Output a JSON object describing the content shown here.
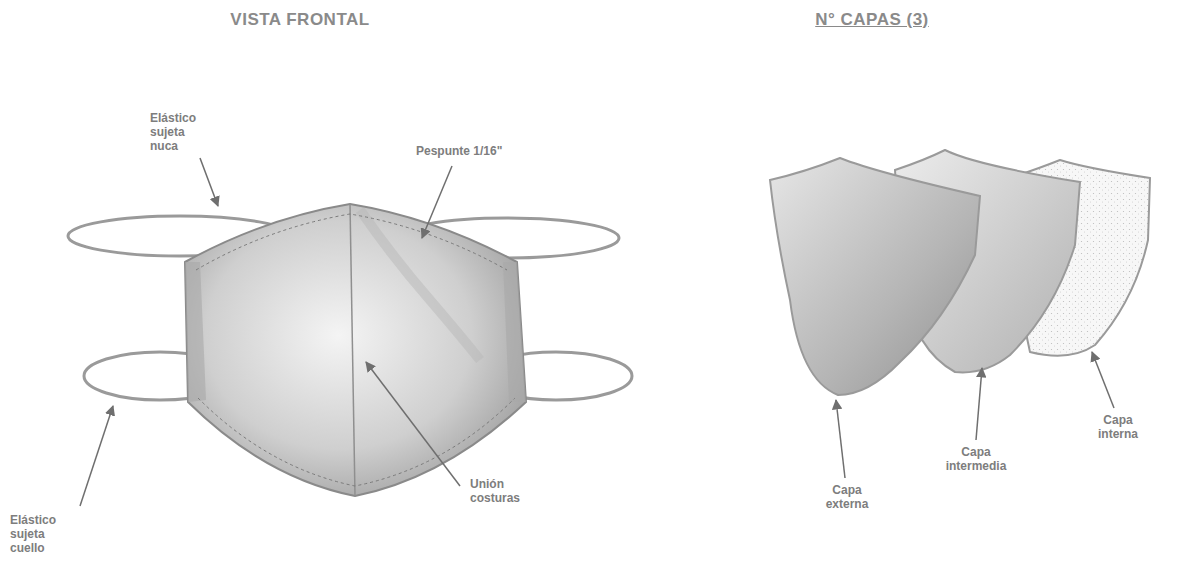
{
  "diagram": {
    "labels": [
      "VISTA FRONTAL",
      "N° CAPAS (3)",
      "Elástico sujeta nuca",
      "Pespunte 1/16\"",
      "Unión costuras",
      "Elástico sujeta cuello",
      "Capa externa",
      "Capa intermedia",
      "Capa interna"
    ]
  }
}
